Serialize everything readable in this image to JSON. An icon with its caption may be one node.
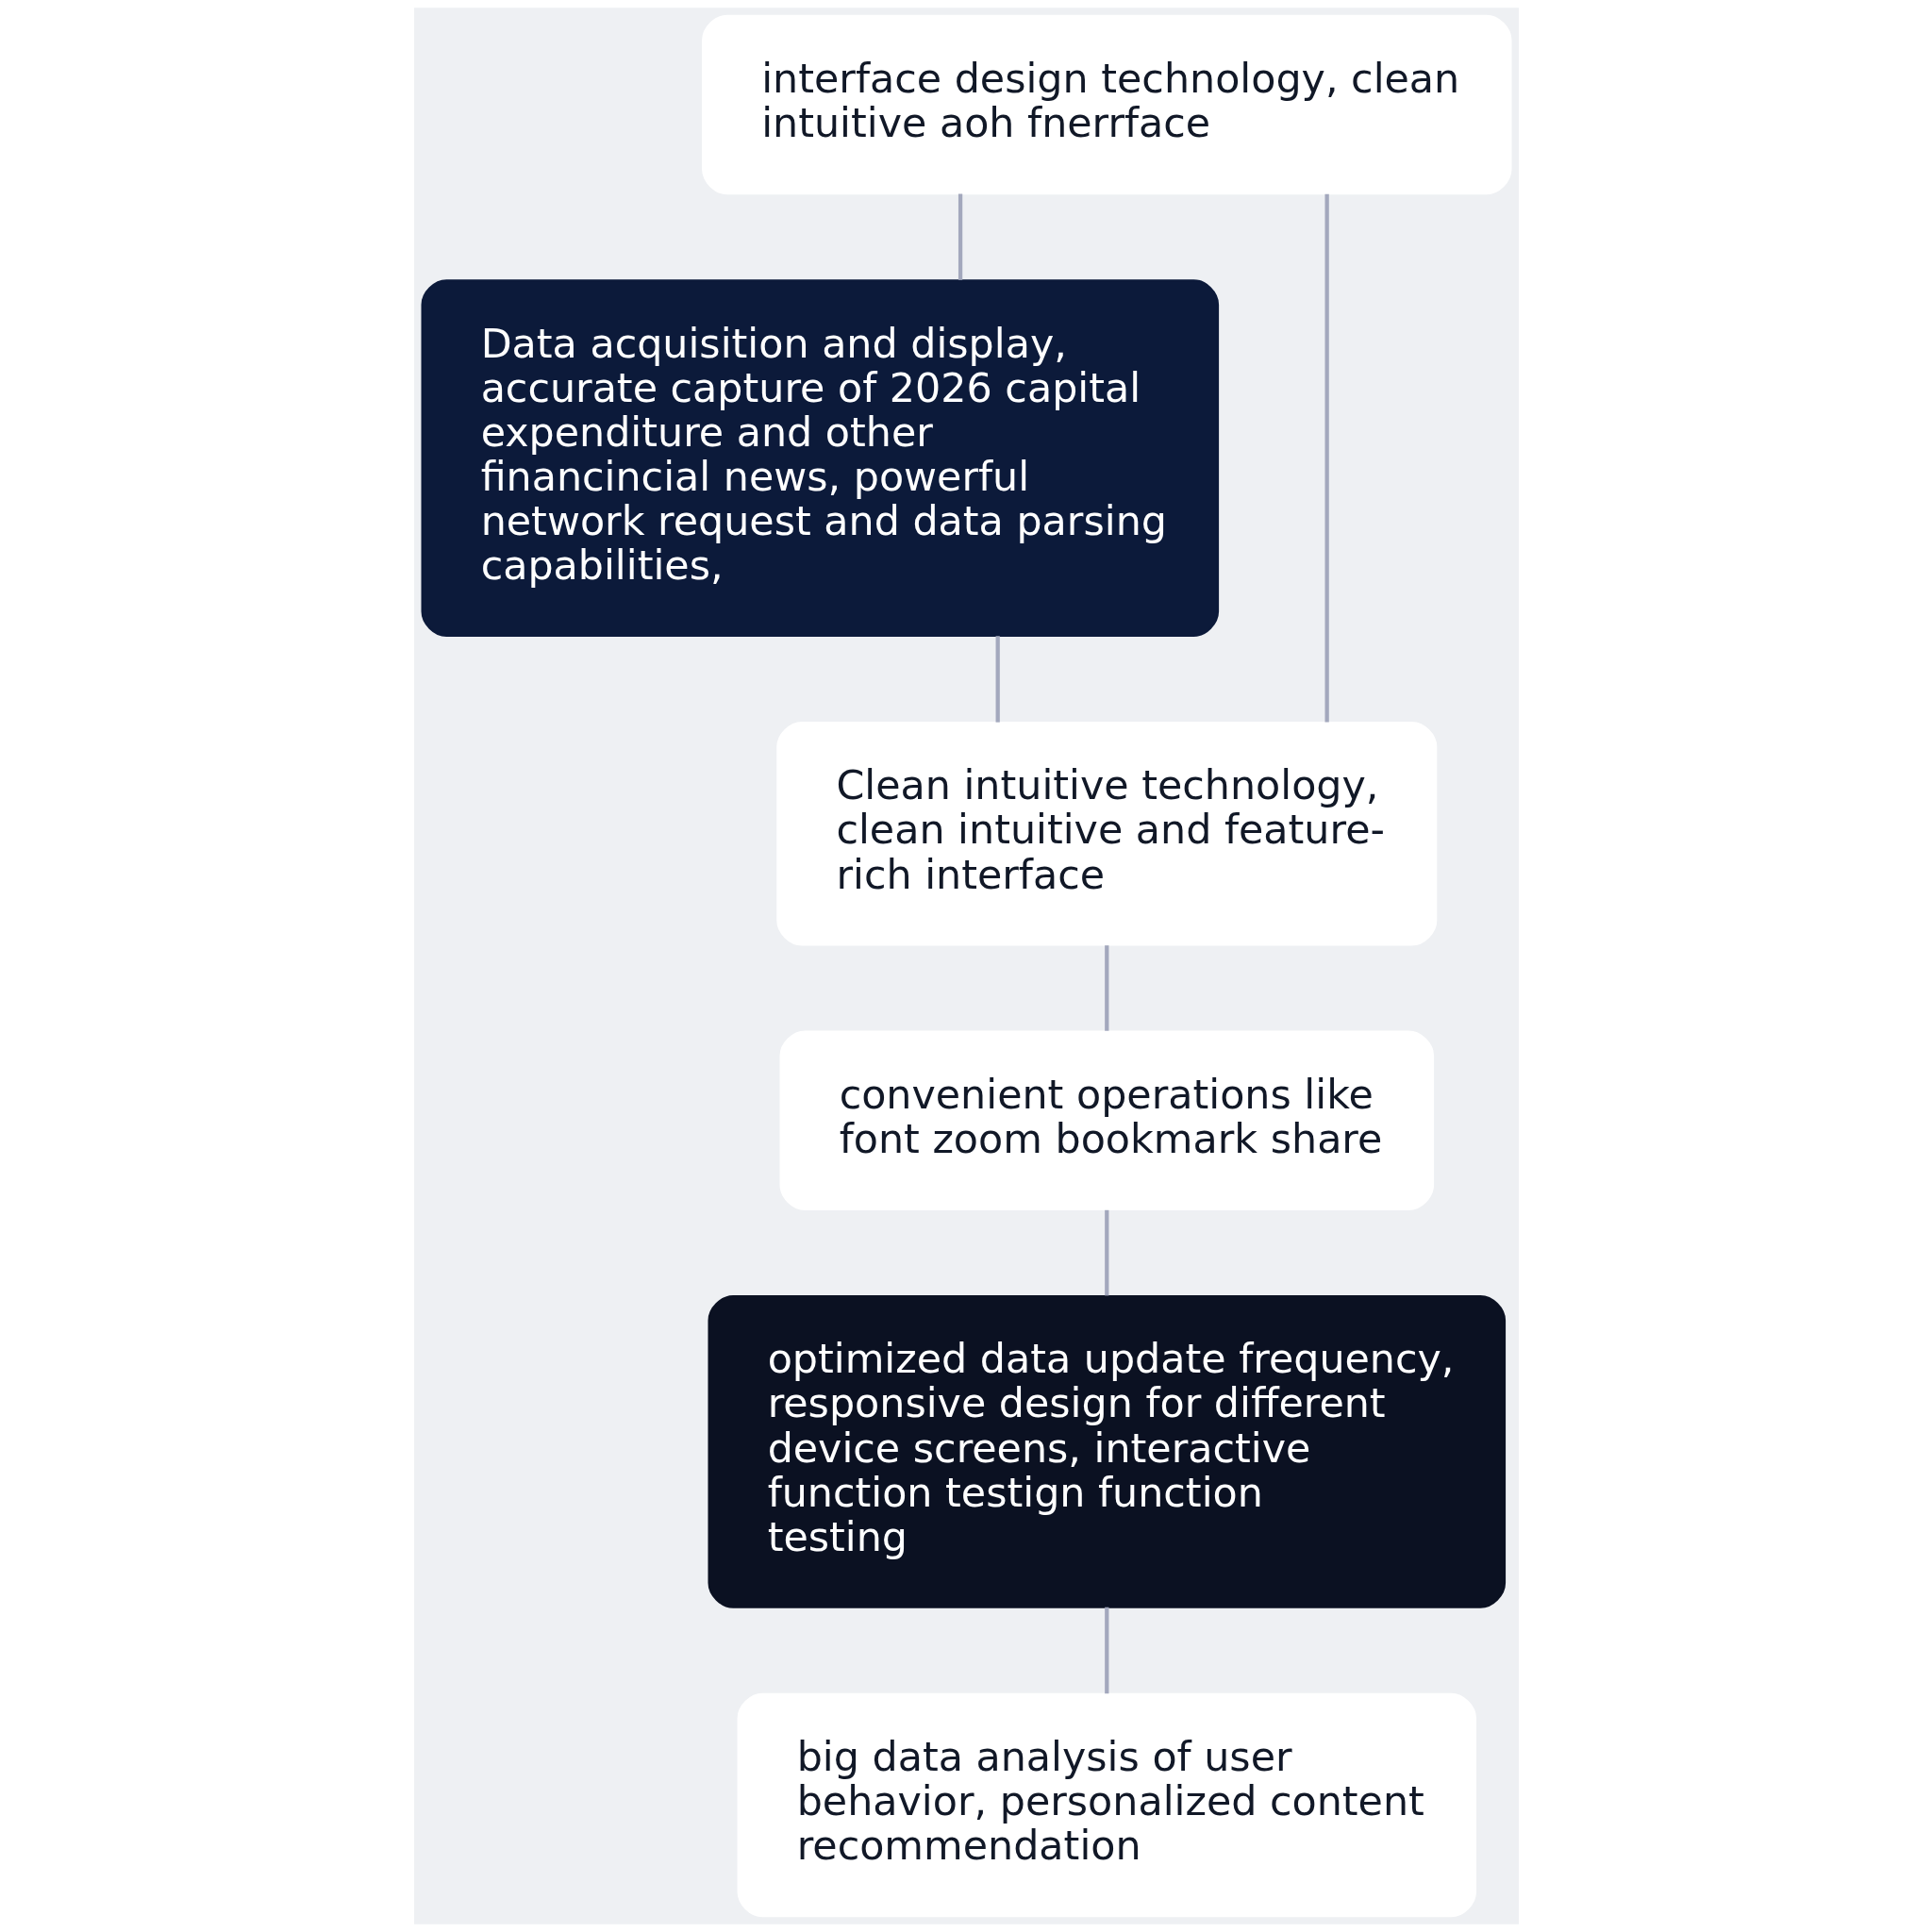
{
  "diagram": {
    "nodes": [
      {
        "text": [
          "Data acquisition and display, accurate capture of 2026 capital expenditure and other financincial news, powerful network request and data parsing capabilities,"
        ]
      },
      {
        "text": [
          "interface design technology, clean intuitive aoh fnerrface"
        ]
      },
      {
        "text": [
          "Clean intuitive technology, clean intuitive and feature-rich interface"
        ]
      },
      {
        "text": [
          "convenient operations like font zoom bookmark share"
        ]
      },
      {
        "text": [
          "optimized data update frequency, responsive design for different device screens, interactive function testign function testing"
        ]
      },
      {
        "text": [
          "big data analysis of user behavior, personalized content recommendation"
        ]
      }
    ],
    "edges": [
      {
        "from": 1,
        "to": 0,
        "arrow": "none"
      },
      {
        "from": 0,
        "to": 2,
        "arrow": "none"
      },
      {
        "from": 1,
        "to": 2,
        "arrow": "none"
      },
      {
        "from": 2,
        "to": 3,
        "arrow": "none"
      },
      {
        "from": 3,
        "to": 4,
        "arrow": "none"
      },
      {
        "from": 4,
        "to": 5,
        "arrow": "none"
      }
    ]
  }
}
